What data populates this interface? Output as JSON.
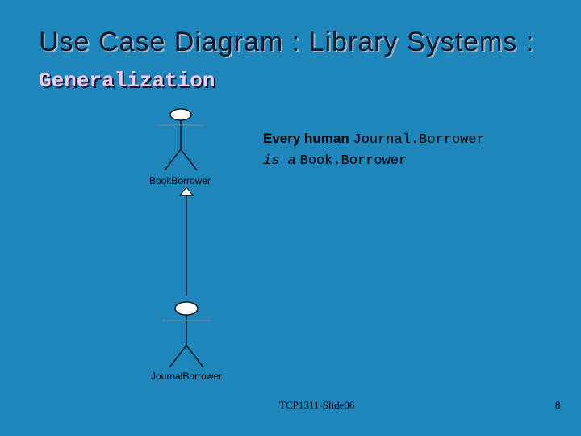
{
  "slide": {
    "title_main": "Use Case Diagram : Library Systems : ",
    "title_sub": "Generalization",
    "note": {
      "lead": "Every human",
      "term1": "Journal.Borrower",
      "line2_prefix": "is a",
      "term2": "Book.Borrower"
    }
  },
  "diagram": {
    "actors": [
      {
        "label": "BookBorrower",
        "icon": "stick-figure-actor-icon"
      },
      {
        "label": "JournalBorrower",
        "icon": "stick-figure-actor-icon"
      }
    ],
    "relationship": "generalization-arrow"
  },
  "footer": {
    "slide_id": "TCP1311-Slide06",
    "page": "8"
  },
  "colors": {
    "background": "#1f86bb",
    "title": "#0b1a2e",
    "title_sub": "#f3c8ef"
  }
}
